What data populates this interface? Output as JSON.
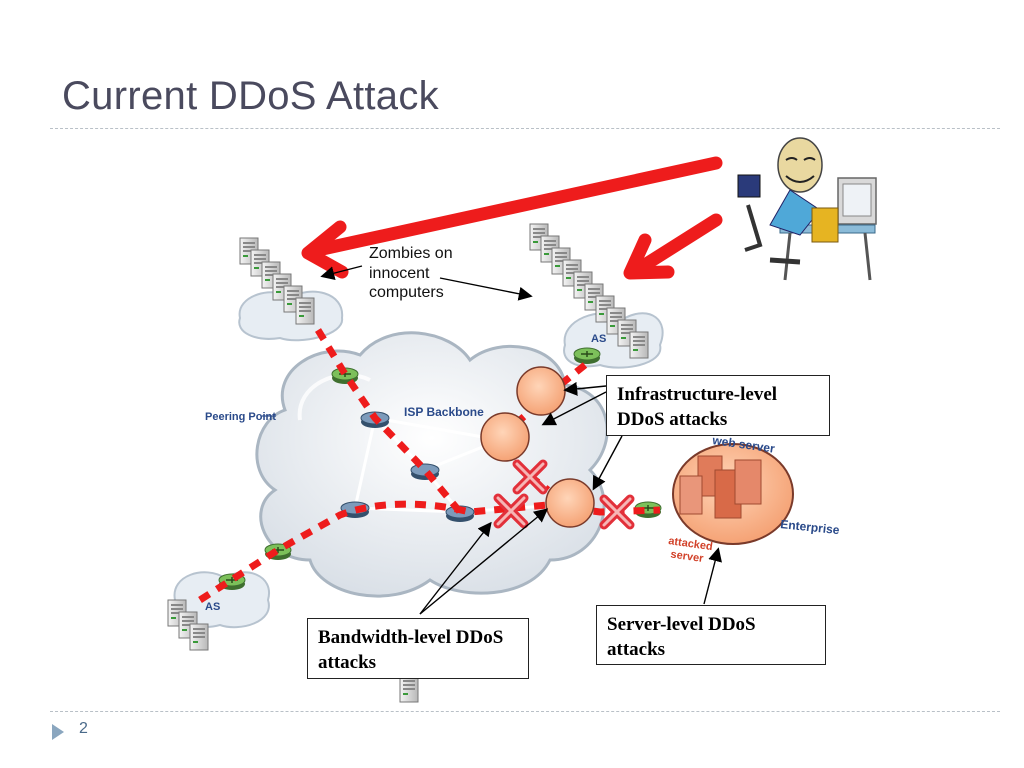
{
  "slide": {
    "title": "Current DDoS Attack",
    "page_number": "2"
  },
  "labels": {
    "zombies": "Zombies on innocent computers",
    "peering_point": "Peering Point",
    "isp_backbone": "ISP Backbone",
    "as_top": "AS",
    "as_bottom": "AS",
    "web_server": "web server",
    "enterprise": "Enterprise",
    "attacked_server": "attacked server"
  },
  "callouts": {
    "infrastructure": "Infrastructure-level DDoS attacks",
    "bandwidth": "Bandwidth-level DDoS attacks",
    "server": "Server-level DDoS attacks"
  },
  "colors": {
    "attack_red": "#ee1c1c",
    "title_text": "#4a4a5e",
    "label_blue": "#2a4a8a",
    "label_red": "#d2422a",
    "cloud_fill": "#e9edf2",
    "router_green": "#6aa84f",
    "router_blue": "#4f6f91",
    "highlight_orange": "#f4b183"
  },
  "icons": [
    "server-stack-icon",
    "router-icon",
    "attacker-icon",
    "blocked-x-icon",
    "page-marker-icon"
  ]
}
